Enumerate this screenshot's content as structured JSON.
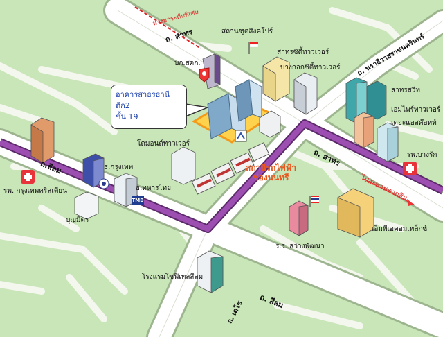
{
  "labels": {
    "street_sathon_top": "ถ. สาทร",
    "street_narathiwat": "ถ. นราธิวาสราชนครินทร์",
    "street_silom_left": "ถ.สีลม",
    "street_sathon_right": "ถ. สาทร",
    "street_silom_bottom": "ถ. สีลม",
    "street_decho": "ถ. เดโช",
    "flyover": "ทางยกระดับพิเศษ",
    "singapore_embassy": "สถานฑูตสิงคโปร์",
    "sathorn_city_tower": "สาทรซิตี้ทาวเวอร์",
    "bangkok_city_tower": "บางกอกซิตี้ทาวเวอร์",
    "police": "บก.สคก.",
    "sathorn_square": "สาทรสวีท",
    "empire_tower": "เอมไพร์ทาวเวอร์",
    "the_address": "เดอะแอสค๊อทท์",
    "bangkok_bank": "ธ.กรุงเทพ",
    "tmb_bank": "ธ.ทหารไทย",
    "dome_tower": "โดมอนต์ทาวเวอร์",
    "bnh_hospital": "รพ. กรุงเทพคริสเตียน",
    "boonmitr": "บุญมิตร",
    "bangrak_hospital": "รพ.บางรัก",
    "to_taksin_bridge": "ไปสะพานตากสิน",
    "pm_complex": "เอ็มพีเอคอมเพล็กซ์",
    "sawang_school": "ร.ร. สว่างพัฒนา",
    "hotel_silom": "โรงแรมโซฟิเทลสีลม",
    "station_line1": "สถานีรถไฟฟ้า",
    "station_line2": "ช่องนนทรี",
    "tmb_logo": "TMB"
  },
  "callout": {
    "line1": "อาคารสาธรธานี ตึก2",
    "line2": "ชั้น 19"
  },
  "colors": {
    "ground": "#c9e6b8",
    "road": "#ffffff",
    "bts": "#8a3f9c",
    "station_text": "#e8571e",
    "hospital": "#e8333a"
  }
}
